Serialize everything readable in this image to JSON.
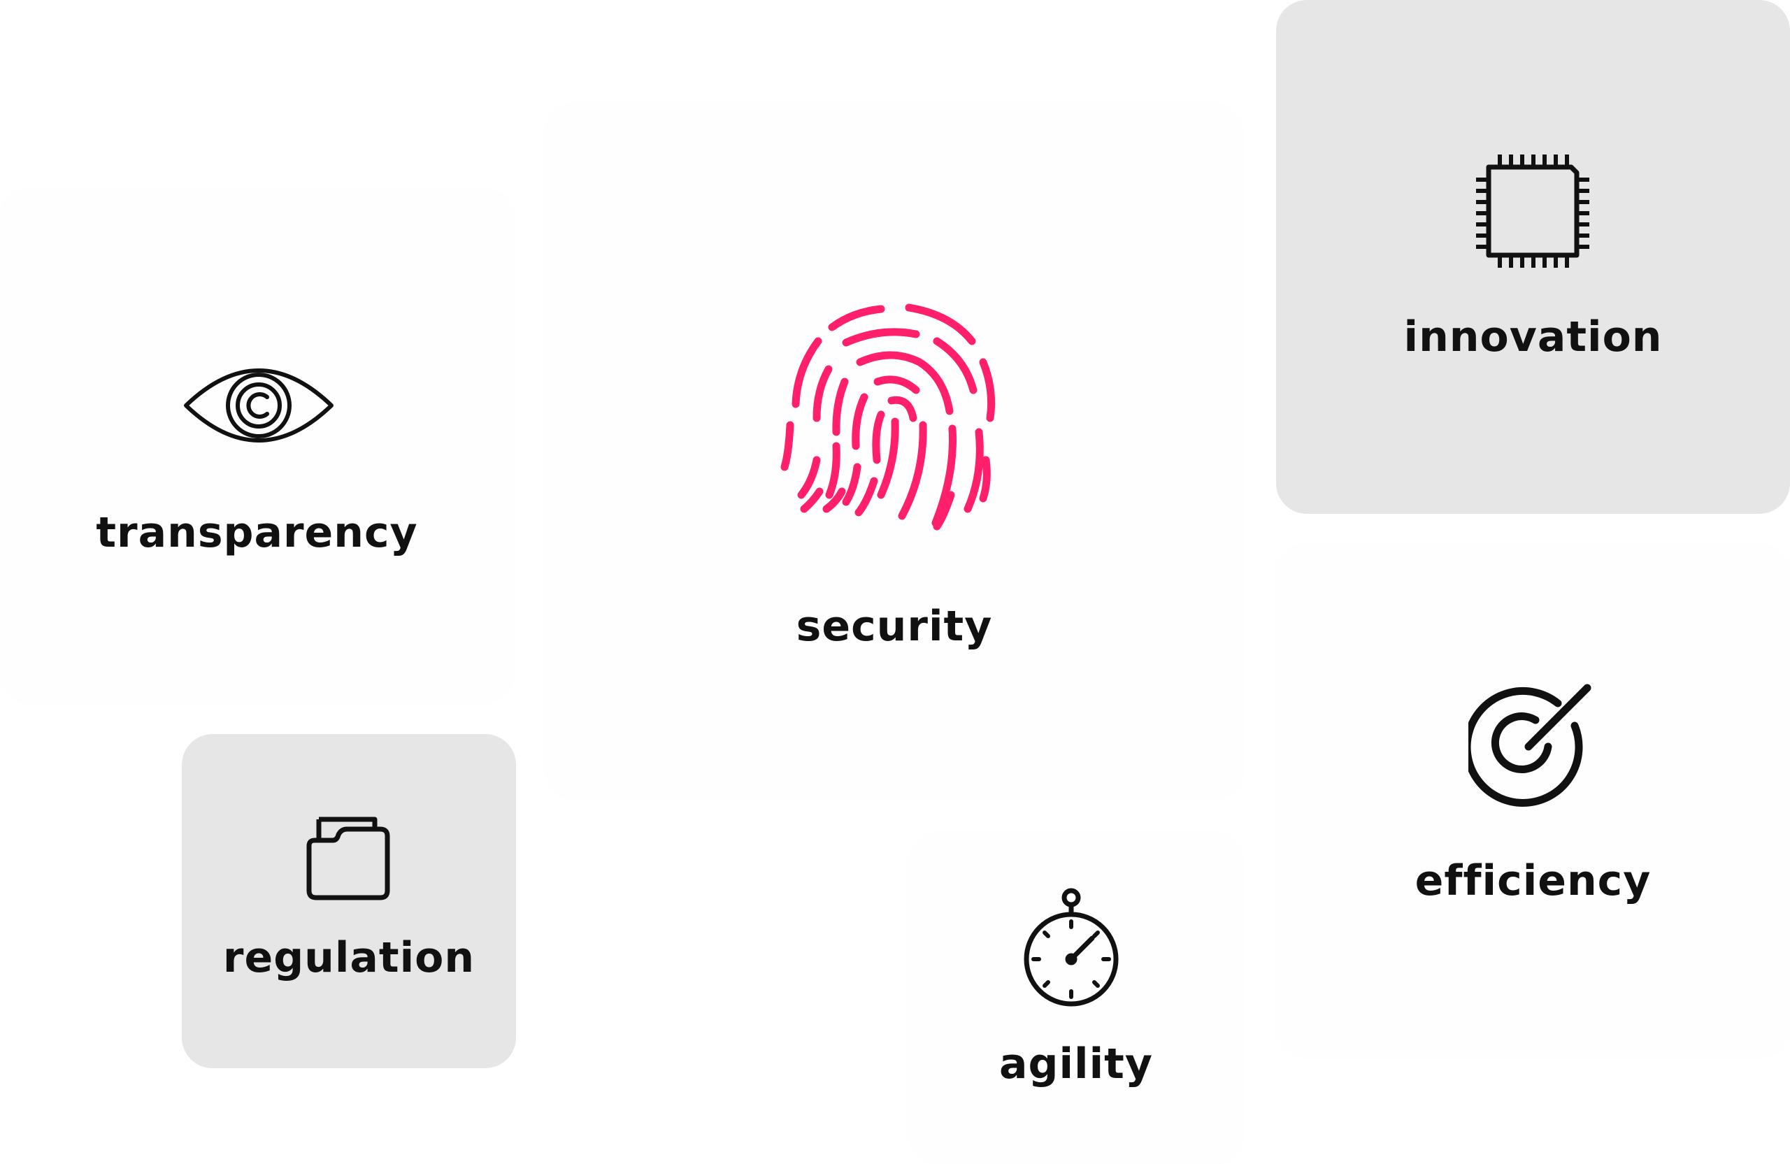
{
  "cards": {
    "transparency": {
      "label": "transparency",
      "icon": "eye-icon"
    },
    "security": {
      "label": "security",
      "icon": "fingerprint-icon"
    },
    "innovation": {
      "label": "innovation",
      "icon": "chip-icon"
    },
    "efficiency": {
      "label": "efficiency",
      "icon": "target-icon"
    },
    "regulation": {
      "label": "regulation",
      "icon": "folder-icon"
    },
    "agility": {
      "label": "agility",
      "icon": "stopwatch-icon"
    }
  },
  "colors": {
    "accent": "#ff1f6b",
    "text": "#111111",
    "gray_card": "#e6e6e6"
  }
}
